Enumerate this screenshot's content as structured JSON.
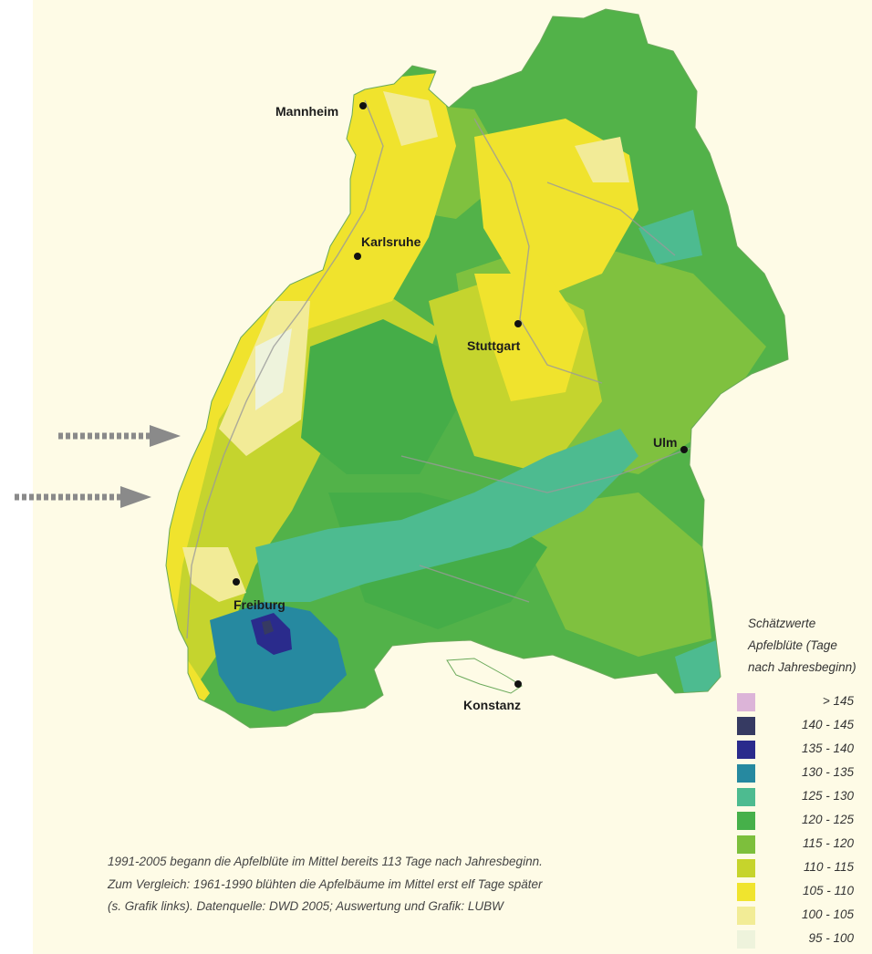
{
  "cities": [
    {
      "id": "mannheim",
      "label": "Mannheim"
    },
    {
      "id": "karlsruhe",
      "label": "Karlsruhe"
    },
    {
      "id": "stuttgart",
      "label": "Stuttgart"
    },
    {
      "id": "ulm",
      "label": "Ulm"
    },
    {
      "id": "freiburg",
      "label": "Freiburg"
    },
    {
      "id": "konstanz",
      "label": "Konstanz"
    }
  ],
  "legend": {
    "title_lines": [
      "Schätzwerte",
      "Apfelblüte (Tage",
      "nach Jahresbeginn)"
    ],
    "items": [
      {
        "label": "> 145",
        "color": "#dcb4d8"
      },
      {
        "label": "140 - 145",
        "color": "#363a62"
      },
      {
        "label": "135 - 140",
        "color": "#2a2b8c"
      },
      {
        "label": "130 - 135",
        "color": "#2689a0"
      },
      {
        "label": "125 - 130",
        "color": "#4dbb90"
      },
      {
        "label": "120 - 125",
        "color": "#46b04a"
      },
      {
        "label": "115 - 120",
        "color": "#7dbf3c"
      },
      {
        "label": "110 - 115",
        "color": "#c6d42c"
      },
      {
        "label": "105 - 110",
        "color": "#f0e42e"
      },
      {
        "label": "100 - 105",
        "color": "#f2ec96"
      },
      {
        "label": "95 - 100",
        "color": "#eef3dc"
      }
    ]
  },
  "caption": [
    "1991-2005 begann die Apfelblüte im Mittel bereits 113 Tage nach Jahresbeginn.",
    "Zum Vergleich: 1961-1990 blühten die Apfelbäume im Mittel erst elf Tage später",
    "(s. Grafik links). Datenquelle: DWD 2005; Auswertung und Grafik: LUBW"
  ]
}
